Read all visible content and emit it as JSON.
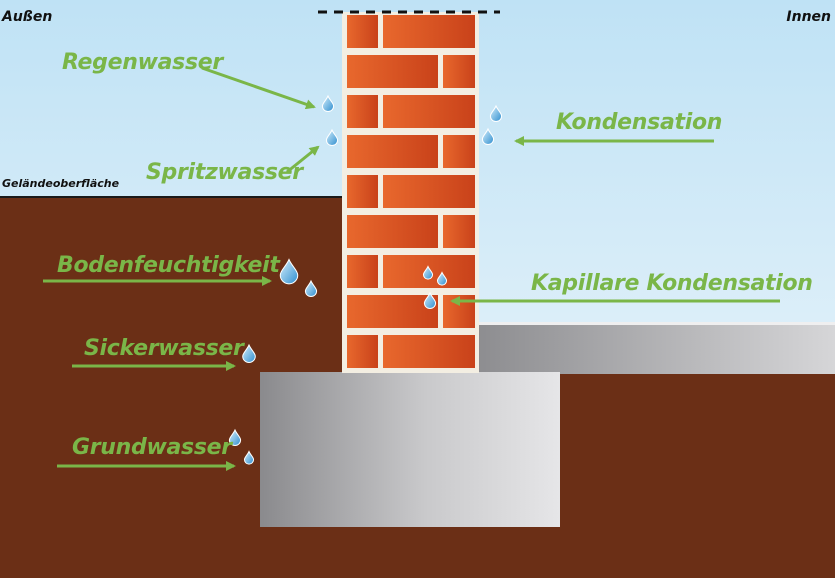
{
  "corners": {
    "outside": "Außen",
    "inside": "Innen"
  },
  "surface_label": "Geländeoberfläche",
  "labels": {
    "regenwasser": "Regenwasser",
    "spritzwasser": "Spritzwasser",
    "kondensation": "Kondensation",
    "bodenfeuchtigkeit": "Bodenfeuchtigkeit",
    "kapillare_kondensation": "Kapillare Kondensation",
    "sickerwasser": "Sickerwasser",
    "grundwasser": "Grundwasser"
  },
  "colors": {
    "sky_top": "#cfe8f6",
    "sky_bottom": "#f4f9fd",
    "soil": "#6b2f16",
    "brick": "#e05a23",
    "mortar": "#f3eee2",
    "concrete": "#b9b9bb",
    "label_green": "#7ab648",
    "drop": "#5fb3e6"
  }
}
